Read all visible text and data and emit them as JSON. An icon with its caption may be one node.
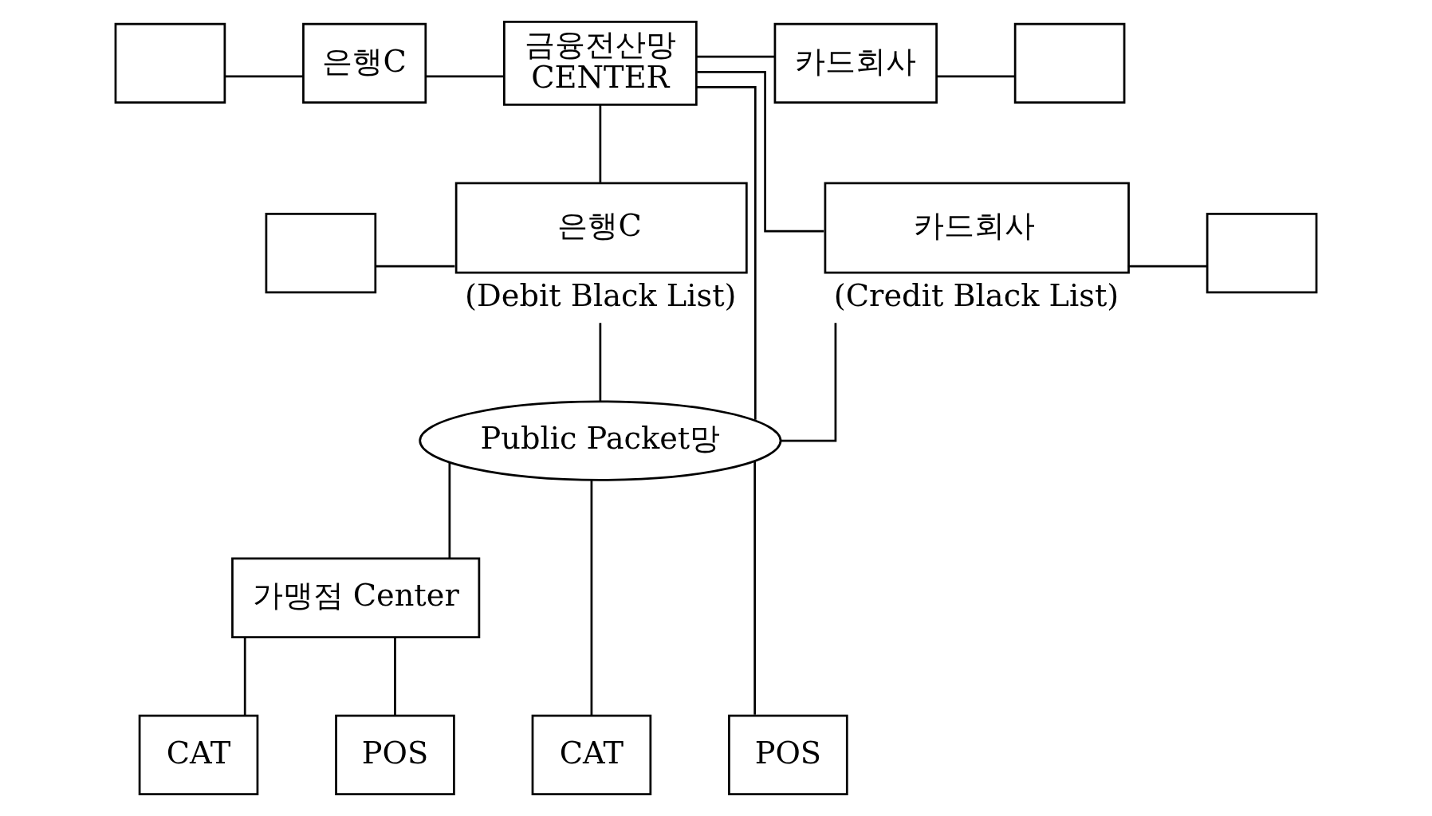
{
  "diagram": {
    "nodes": [
      {
        "text": [],
        "shape": "box"
      },
      {
        "text": [
          "은행C"
        ]
      },
      {
        "text": [
          "금융전산망",
          "CENTER"
        ]
      },
      {
        "text": [
          "카드회사"
        ]
      },
      {
        "text": [],
        "shape": "box"
      },
      {
        "text": [],
        "shape": "box"
      },
      {
        "text": [
          "은행C"
        ],
        "beside": [
          "(Debit Black List)"
        ]
      },
      {
        "text": [
          "카드회사"
        ],
        "beside": [
          "(Credit Black List)"
        ]
      },
      {
        "text": [],
        "shape": "box"
      },
      {
        "text": [
          "Public Packet망"
        ]
      },
      {
        "text": [
          "가맹점 Center"
        ]
      },
      {
        "text": [
          "CAT"
        ]
      },
      {
        "text": [
          "POS"
        ]
      },
      {
        "text": [
          "CAT"
        ]
      },
      {
        "text": [
          "POS"
        ]
      }
    ],
    "edges": [
      {
        "from": 0,
        "to": 1,
        "arrow": "none"
      },
      {
        "from": 1,
        "to": 2,
        "arrow": "none"
      },
      {
        "from": 2,
        "to": 3,
        "arrow": "none"
      },
      {
        "from": 3,
        "to": 4,
        "arrow": "none"
      },
      {
        "from": 5,
        "to": 6,
        "arrow": "none"
      },
      {
        "from": 6,
        "to": 2,
        "arrow": "none"
      },
      {
        "from": 2,
        "to": 7,
        "arrow": "none"
      },
      {
        "from": 7,
        "to": 8,
        "arrow": "none"
      },
      {
        "from": 6,
        "to": 9,
        "arrow": "none"
      },
      {
        "from": 2,
        "to": 9,
        "arrow": "none"
      },
      {
        "from": 7,
        "to": 9,
        "arrow": "none"
      },
      {
        "from": 9,
        "to": 10,
        "arrow": "none"
      },
      {
        "from": 9,
        "to": 13,
        "arrow": "none"
      },
      {
        "from": 9,
        "to": 14,
        "arrow": "none"
      },
      {
        "from": 10,
        "to": 11,
        "arrow": "none"
      },
      {
        "from": 10,
        "to": 12,
        "arrow": "none"
      }
    ]
  }
}
